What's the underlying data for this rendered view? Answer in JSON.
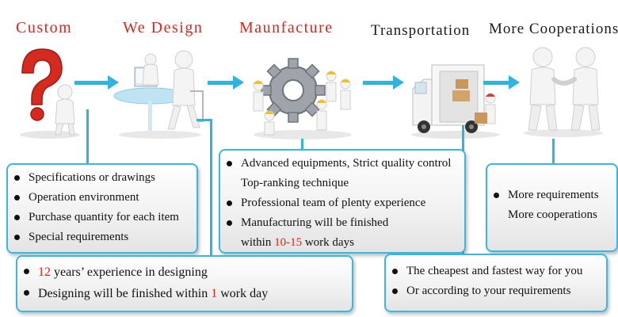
{
  "steps": [
    {
      "title": "Custom"
    },
    {
      "title": "We Design"
    },
    {
      "title": "Maunfacture"
    },
    {
      "title": "Transportation"
    },
    {
      "title": "More Cooperations"
    }
  ],
  "custom_box": {
    "items": [
      "Specifications or drawings",
      "Operation environment",
      "Purchase quantity for each item",
      "Special requirements"
    ]
  },
  "design_box": {
    "line1": {
      "num": "12",
      "text": " years’ experience in designing"
    },
    "line2": {
      "before": "Designing will be finished within ",
      "num": "1",
      "after": " work day"
    }
  },
  "manufacture_box": {
    "item1a": "Advanced equipments, Strict quality control",
    "item1b": "Top-ranking technique",
    "item2": "Professional team of plenty experience",
    "item3a": "Manufacturing will be finished",
    "item3b_before": "within ",
    "item3b_num": "10-15",
    "item3b_after": " work days"
  },
  "transport_box": {
    "items": [
      "The cheapest and fastest way for you",
      "Or according to your requirements"
    ]
  },
  "coop_box": {
    "line1": "More requirements",
    "line2": "More cooperations"
  },
  "colors": {
    "accent_blue": "#2fb4e0",
    "title_red": "#d9261c",
    "question_mark": "#d42a1f"
  },
  "icons": [
    "question-person-icon",
    "designer-desk-icon",
    "gear-workers-icon",
    "delivery-truck-icon",
    "handshake-icon"
  ]
}
